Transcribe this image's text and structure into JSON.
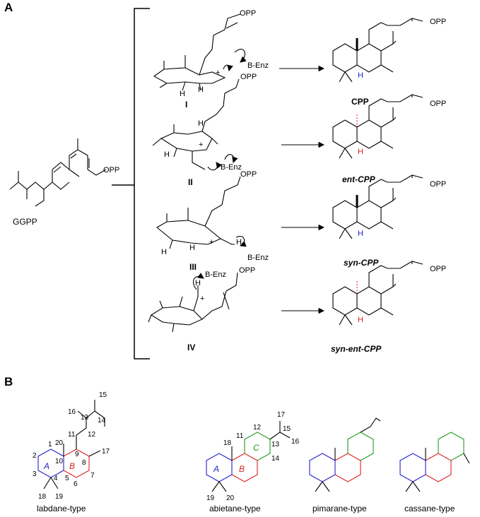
{
  "panel_a": "A",
  "panel_b": "B",
  "ggpp": {
    "label": "GGPP",
    "opp": "OPP"
  },
  "routes": [
    {
      "roman": "I",
      "enz": "B-Enz",
      "product": "CPP",
      "opp": "OPP",
      "h": "H"
    },
    {
      "roman": "II",
      "enz": "B-Enz",
      "product": "ent-CPP",
      "opp": "OPP",
      "h": "H"
    },
    {
      "roman": "III",
      "enz": "B-Enz",
      "product": "syn-CPP",
      "opp": "OPP",
      "h": "H"
    },
    {
      "roman": "IV",
      "enz": "B-Enz",
      "product": "syn-ent-CPP",
      "opp": "OPP",
      "h": "H"
    }
  ],
  "labdane": {
    "label": "labdane-type",
    "rings": {
      "a": "A",
      "b": "B"
    },
    "numbers": [
      "1",
      "2",
      "3",
      "4",
      "5",
      "6",
      "7",
      "8",
      "9",
      "10",
      "11",
      "12",
      "13",
      "14",
      "15",
      "16",
      "17",
      "18",
      "19",
      "20"
    ]
  },
  "abietane": {
    "label": "abietane-type",
    "rings": {
      "a": "A",
      "b": "B",
      "c": "C"
    },
    "numbers": [
      "11",
      "12",
      "13",
      "14",
      "15",
      "16",
      "17",
      "18",
      "19",
      "20"
    ]
  },
  "pimarane": {
    "label": "pimarane-type"
  },
  "cassane": {
    "label": "cassane-type"
  },
  "colors": {
    "ring_a": "#2222cc",
    "ring_b": "#dd2222",
    "ring_c": "#229922",
    "stereo_h_blue": "#2222cc",
    "stereo_h_red": "#dd2222"
  }
}
